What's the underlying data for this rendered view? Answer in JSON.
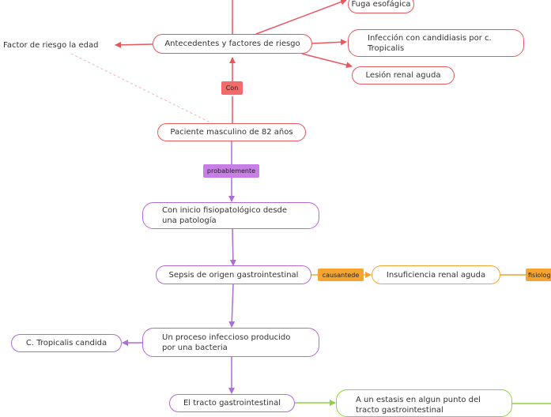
{
  "colors": {
    "red": "#e8565e",
    "purple": "#b06ad9",
    "orange": "#f3a233",
    "green": "#8fd13c",
    "dashed": "#f3b0b0"
  },
  "nodes": {
    "fuga": "Fuga esofágica",
    "antecedentes": "Antecedentes y factores de riesgo",
    "factor_edad": "Factor de riesgo la edad",
    "infeccion_candidiasis": "Infección con candidiasis por c. Tropicalis",
    "lesion_renal": "Lesión renal aguda",
    "paciente": "Paciente masculino de 82 años",
    "inicio_fisiopatologico": "Con inicio fisiopatológico desde una patología",
    "sepsis": "Sepsis de origen gastrointestinal",
    "insuficiencia_renal": "Insuficiencia renal aguda",
    "proceso_infeccioso": "Un proceso infeccioso producido por una bacteria",
    "tropicalis_candida": "C. Tropicalis candida",
    "tracto": "El tracto gastrointestinal",
    "estasis": "A un estasis en algun punto del tracto gastrointestinal"
  },
  "links": {
    "con": "Con",
    "probablemente": "probablemente",
    "causante_de": "causantede",
    "fisiolog": "fisiolog"
  }
}
